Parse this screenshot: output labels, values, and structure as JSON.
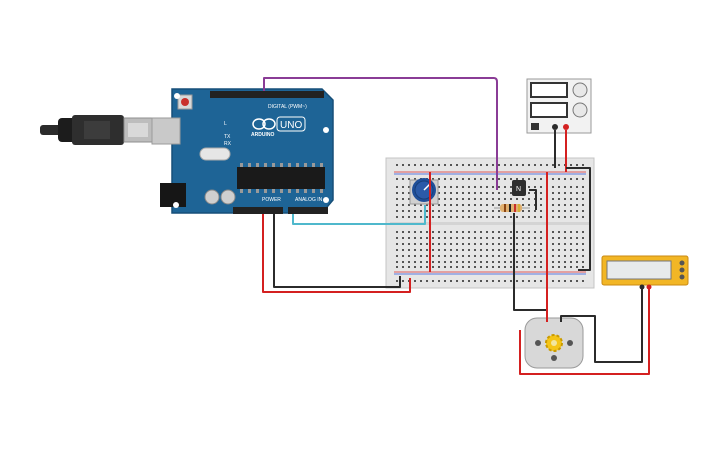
{
  "arduino": {
    "brand": "ARDUINO",
    "model": "UNO",
    "digital_label": "DIGITAL (PWM~)",
    "power_label": "POWER",
    "analog_label": "ANALOG IN",
    "tx_label": "TX",
    "rx_label": "RX",
    "l_label": "L"
  },
  "transistor": {
    "label": "N"
  },
  "colors": {
    "board_blue": "#1e6496",
    "wire_red": "#d42020",
    "wire_black": "#2b2b2b",
    "wire_purple": "#8a3c96",
    "wire_cyan": "#4fb8cc",
    "breadboard": "#e6e6e6",
    "multimeter": "#f2b625",
    "motor_gear": "#f5c518",
    "pot_knob": "#2a5aa8"
  }
}
